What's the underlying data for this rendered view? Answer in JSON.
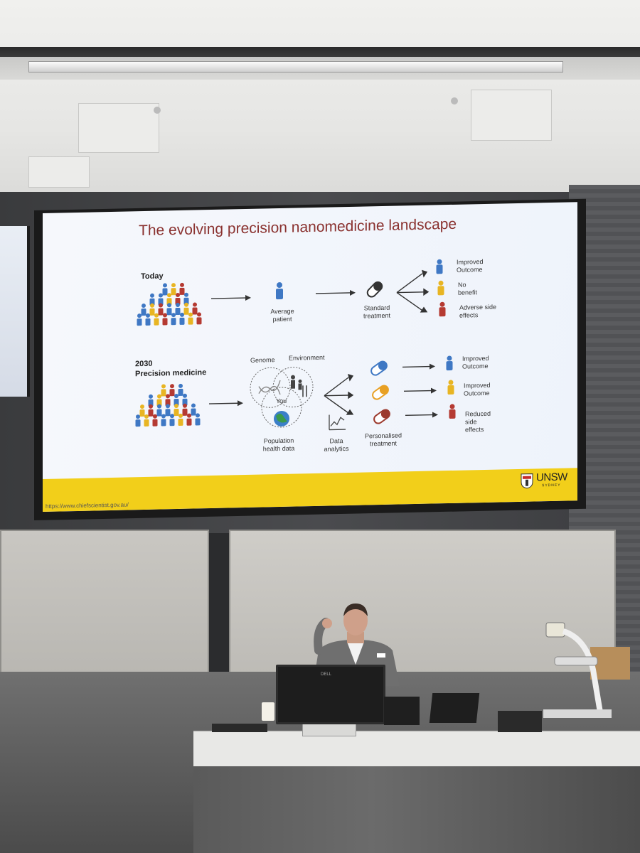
{
  "slide": {
    "title": "The evolving precision nanomedicine landscape",
    "today_label": "Today",
    "average_patient": [
      "Average",
      "patient"
    ],
    "standard_treatment": [
      "Standard",
      "treatment"
    ],
    "today_outcomes": [
      {
        "lines": [
          "Improved",
          "Outcome"
        ],
        "color": "#3f78c4"
      },
      {
        "lines": [
          "No",
          "benefit"
        ],
        "color": "#e8b523"
      },
      {
        "lines": [
          "Adverse side",
          "effects"
        ],
        "color": "#b53a32"
      }
    ],
    "future_label": [
      "2030",
      "Precision medicine"
    ],
    "venn": {
      "genome": "Genome",
      "environment": "Environment",
      "you": "You",
      "population": [
        "Population",
        "health data"
      ]
    },
    "data_analytics": [
      "Data",
      "analytics"
    ],
    "personalised_treatment": [
      "Personalised",
      "treatment"
    ],
    "future_outcomes": [
      {
        "lines": [
          "Improved",
          "Outcome"
        ],
        "color": "#3f78c4"
      },
      {
        "lines": [
          "Improved",
          "Outcome"
        ],
        "color": "#e8b523"
      },
      {
        "lines": [
          "Reduced",
          "side",
          "effects"
        ],
        "color": "#b53a32"
      }
    ],
    "footer_url": "https://www.chiefscientist.gov.au/",
    "logo_text": "UNSW",
    "logo_subtext": "SYDNEY"
  },
  "colors": {
    "blue": "#3f78c4",
    "yellow": "#e8b523",
    "red": "#b53a32",
    "title": "#8a3230",
    "footer": "#f2cf1a"
  },
  "monitor_brand": "DELL"
}
